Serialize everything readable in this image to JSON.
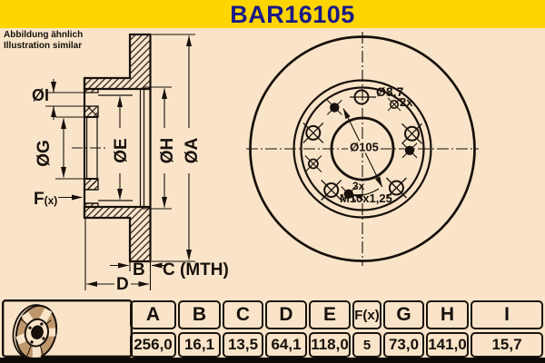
{
  "title_bar": {
    "part_number": "BAR16105"
  },
  "note": {
    "line1": "Abbildung ähnlich",
    "line2": "Illustration similar"
  },
  "section_view": {
    "labels": {
      "dia_i": "ØI",
      "dia_g": "ØG",
      "dia_e": "ØE",
      "dia_h": "ØH",
      "dia_a": "ØA",
      "f": "F",
      "f_suffix": "(x)",
      "b": "B",
      "c_mth": "C (MTH)",
      "d": "D"
    }
  },
  "front_view": {
    "labels": {
      "screw_hole_dia": "Ø8,7",
      "screw_hole_count": "2x",
      "bolt_circle_dia": "Ø105",
      "thread_count": "3x",
      "thread_spec": "M10x1,25"
    }
  },
  "table": {
    "headers": [
      "A",
      "B",
      "C",
      "D",
      "E",
      "F(x)",
      "G",
      "H",
      "I"
    ],
    "values": [
      "256,0",
      "16,1",
      "13,5",
      "64,1",
      "118,0",
      "5",
      "73,0",
      "141,0",
      "15,7"
    ]
  },
  "icons": {
    "corner": "brake-disc-icon"
  },
  "colors": {
    "background": "#F9E4C9",
    "banner": "#FFD500",
    "title_text": "#1A1A88",
    "ink": "#17100B",
    "disc_shade": "#BE976C"
  }
}
